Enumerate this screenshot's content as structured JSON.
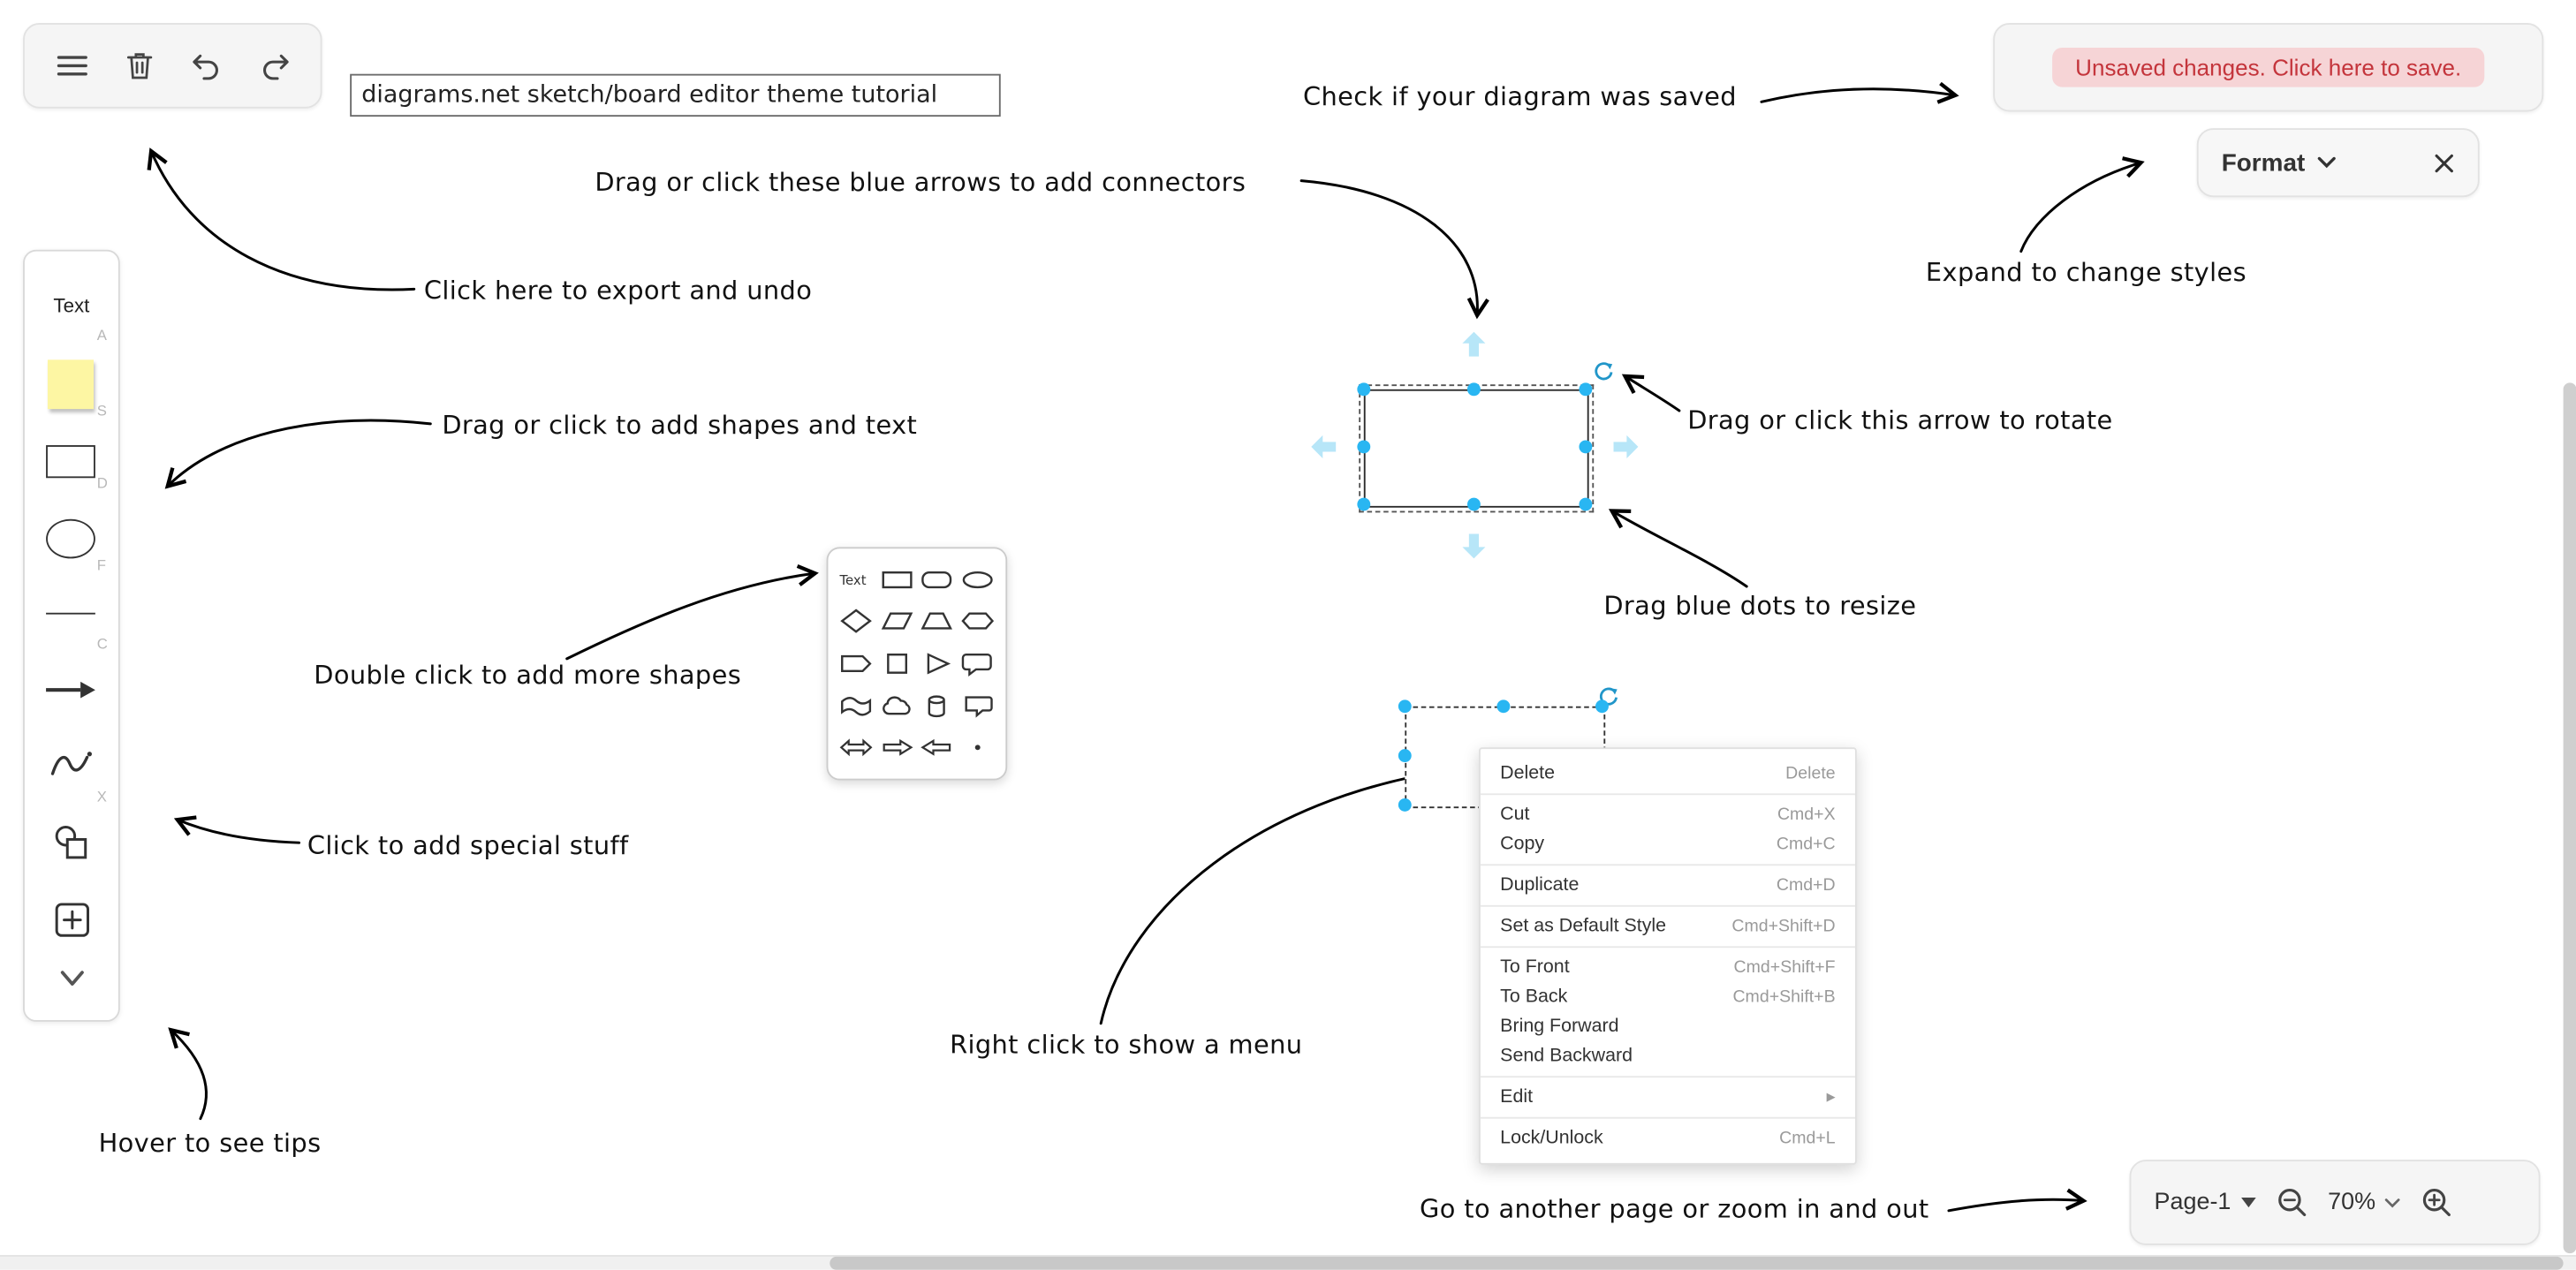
{
  "colors": {
    "selection_blue": "#29b6f2",
    "pale_arrow_blue": "#b7e6f8",
    "unsaved_bg": "#f6d4d6",
    "unsaved_text": "#c4353c",
    "panel_bg": "#f5f5f5"
  },
  "toolbar": {
    "buttons": [
      "menu",
      "delete",
      "undo",
      "redo"
    ]
  },
  "title_input": {
    "value": "diagrams.net sketch/board editor theme tutorial"
  },
  "save_banner": {
    "text": "Unsaved changes. Click here to save."
  },
  "format_panel": {
    "label": "Format"
  },
  "sidebar": {
    "text_label": "Text",
    "shortcuts": {
      "text": "A",
      "note": "S",
      "rectangle": "D",
      "ellipse": "F",
      "line": "C",
      "freehand": "X"
    }
  },
  "shape_picker": {
    "text_label": "Text"
  },
  "annotations": [
    "Check if your diagram was saved",
    "Drag or click these blue arrows to add connectors",
    "Expand to change styles",
    "Click here to export and undo",
    "Drag or click to add shapes and text",
    "Drag or click this arrow to rotate",
    "Drag blue dots to resize",
    "Double click to add more shapes",
    "Click to add special stuff",
    "Right click to show a menu",
    "Hover to see tips",
    "Go to another page or zoom in and out"
  ],
  "context_menu": {
    "items": [
      {
        "label": "Delete",
        "shortcut": "Delete"
      },
      {
        "label": "Cut",
        "shortcut": "Cmd+X"
      },
      {
        "label": "Copy",
        "shortcut": "Cmd+C"
      },
      {
        "label": "Duplicate",
        "shortcut": "Cmd+D"
      },
      {
        "label": "Set as Default Style",
        "shortcut": "Cmd+Shift+D"
      },
      {
        "label": "To Front",
        "shortcut": "Cmd+Shift+F"
      },
      {
        "label": "To Back",
        "shortcut": "Cmd+Shift+B"
      },
      {
        "label": "Bring Forward",
        "shortcut": ""
      },
      {
        "label": "Send Backward",
        "shortcut": ""
      },
      {
        "label": "Edit",
        "shortcut": "▶"
      },
      {
        "label": "Lock/Unlock",
        "shortcut": "Cmd+L"
      }
    ]
  },
  "page_controls": {
    "page": "Page-1",
    "zoom": "70%"
  }
}
